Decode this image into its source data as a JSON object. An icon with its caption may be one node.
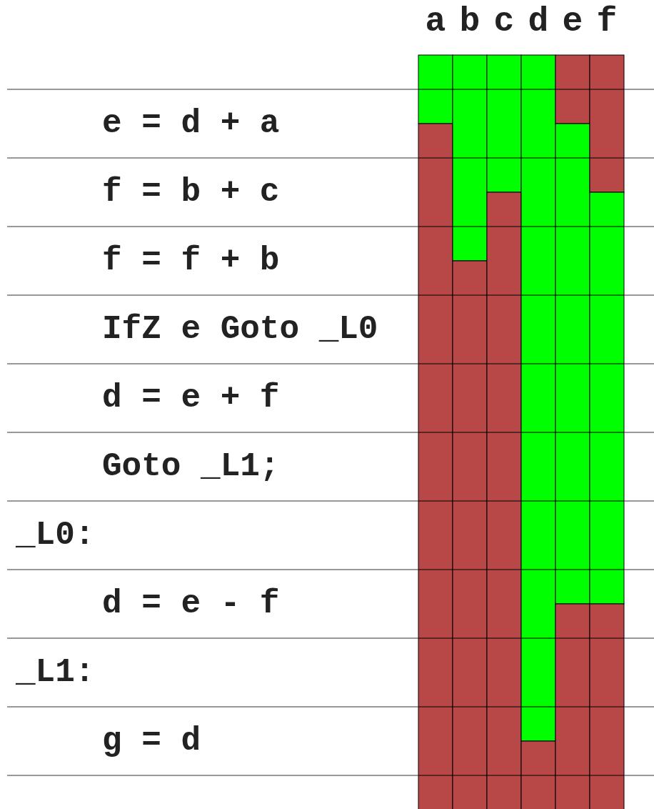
{
  "diagram": {
    "labels": [
      "a",
      "b",
      "c",
      "d",
      "e",
      "f",
      "e = d + a",
      "f = b + c",
      "f = f + b",
      "IfZ e Goto _L0",
      "d = e + f",
      "Goto _L1;",
      "_L0:",
      "d = e - f",
      "_L1:",
      "g = d"
    ]
  }
}
